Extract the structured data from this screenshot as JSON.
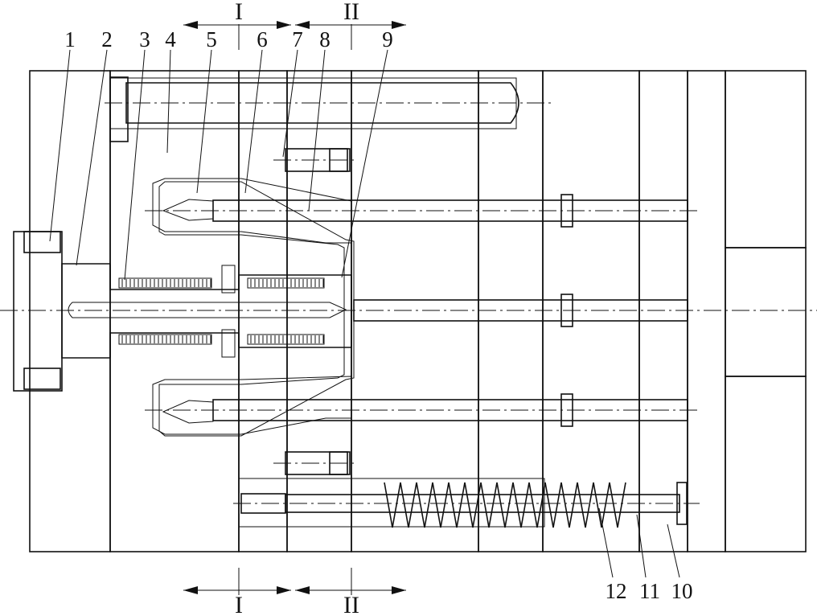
{
  "part_labels": [
    "1",
    "2",
    "3",
    "4",
    "5",
    "6",
    "7",
    "8",
    "9",
    "12",
    "11",
    "10"
  ],
  "section_top": {
    "left": "I",
    "right": "II"
  },
  "section_bottom": {
    "left": "I",
    "right": "II"
  }
}
